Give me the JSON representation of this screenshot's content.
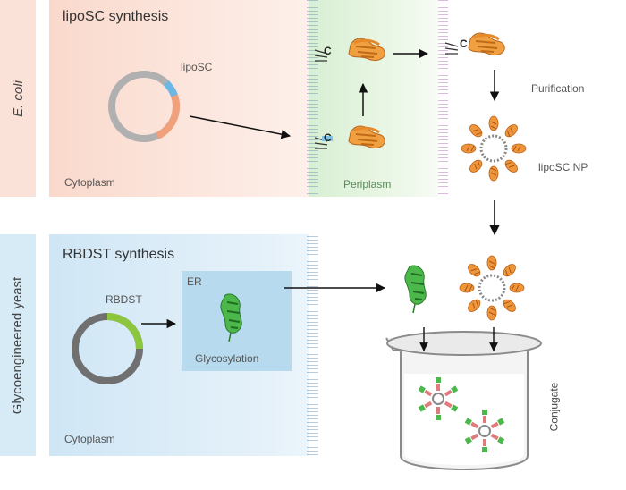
{
  "ecoli_panel": {
    "side_label": "E. coli",
    "title": "lipoSC synthesis",
    "plasmid_label": "lipoSC",
    "compartment_cytoplasm": "Cytoplasm",
    "compartment_periplasm": "Periplasm",
    "lipid_letter": "C",
    "step_purification": "Purification",
    "nanoparticle_label": "lipoSC NP"
  },
  "yeast_panel": {
    "side_label": "Glycoengineered yeast",
    "title": "RBDST synthesis",
    "plasmid_label": "RBDST",
    "er_label": "ER",
    "er_step": "Glycosylation",
    "compartment_cytoplasm": "Cytoplasm"
  },
  "final_step": {
    "label": "Conjugate"
  },
  "colors": {
    "ecoli_bg": "#fbe4da",
    "yeast_bg": "#dcedf8",
    "er_bg": "#bcdcef",
    "protein_orange": "#e88a2a",
    "protein_green": "#3daa3d",
    "plasmid_grey": "#b0b0b0",
    "plasmid_orange_segment": "#f0a07a",
    "plasmid_blue_segment": "#6db7e6",
    "plasmid_green_segment": "#8cc63f"
  }
}
